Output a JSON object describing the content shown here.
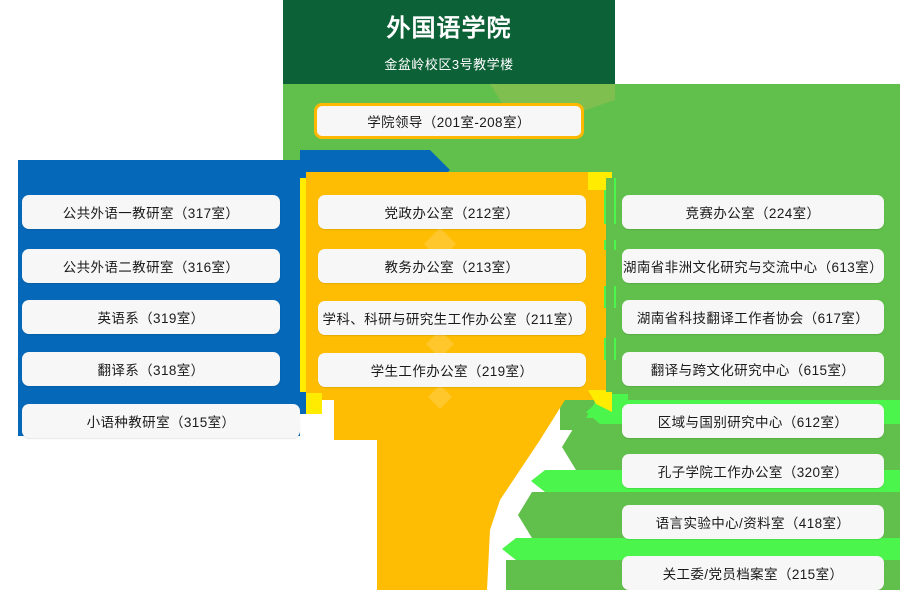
{
  "header": {
    "title": "外国语学院",
    "subtitle": "金盆岭校区3号教学楼",
    "bg_color": "#0d6137"
  },
  "leadership": {
    "label": "学院领导（201室-208室）",
    "border_color": "#ffb800"
  },
  "columns": {
    "teaching": {
      "name": "teaching-departments",
      "color": "#0568b8",
      "items": [
        {
          "label": "公共外语一教研室（317室）"
        },
        {
          "label": "公共外语二教研室（316室）"
        },
        {
          "label": "英语系（319室）"
        },
        {
          "label": "翻译系（318室）"
        },
        {
          "label": "小语种教研室（315室）"
        }
      ]
    },
    "administration": {
      "name": "administrative-offices",
      "color": "#febd02",
      "edge_color": "#ffec00",
      "items": [
        {
          "label": "党政办公室（212室）"
        },
        {
          "label": "教务办公室（213室）"
        },
        {
          "label": "学科、科研与研究生工作办公室（211室）"
        },
        {
          "label": "学生工作办公室（219室）"
        }
      ]
    },
    "centers": {
      "name": "research-centers",
      "color": "#61bf4b",
      "accent_color": "#4cf54c",
      "items": [
        {
          "label": "竞赛办公室（224室）"
        },
        {
          "label": "湖南省非洲文化研究与交流中心（613室）"
        },
        {
          "label": "湖南省科技翻译工作者协会（617室）"
        },
        {
          "label": "翻译与跨文化研究中心（615室）"
        },
        {
          "label": "区域与国别研究中心（612室）"
        },
        {
          "label": "孔子学院工作办公室（320室）"
        },
        {
          "label": "语言实验中心/资料室（418室）"
        },
        {
          "label": "关工委/党员档案室（215室）"
        }
      ]
    }
  }
}
